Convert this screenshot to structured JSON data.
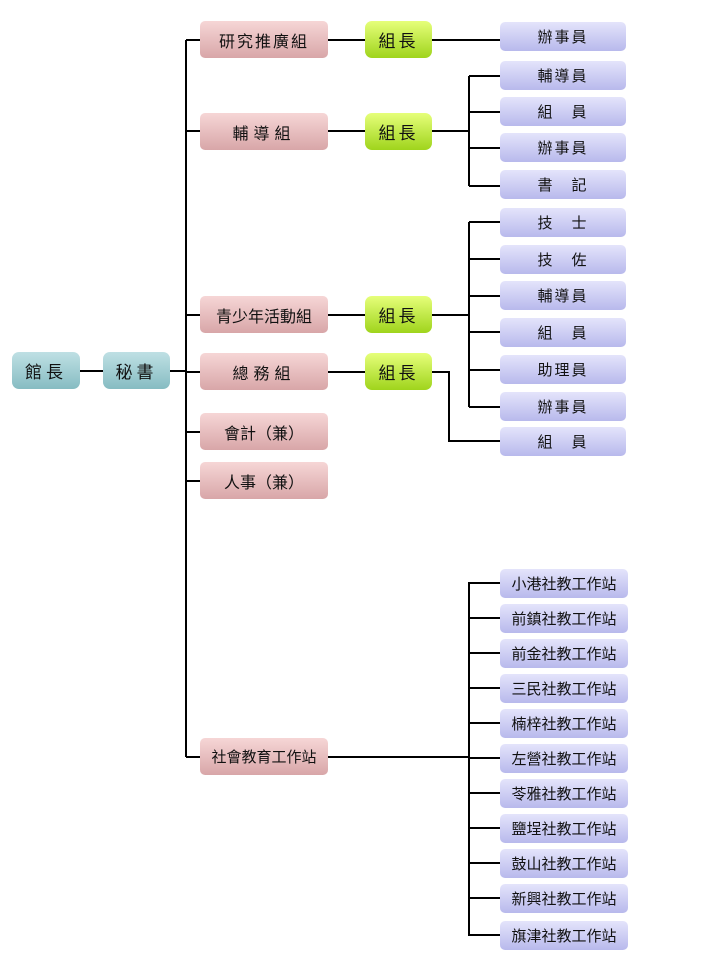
{
  "top": {
    "director": "館長",
    "secretary": "秘書"
  },
  "departments": {
    "research": "研究推廣組",
    "counseling": "輔導組",
    "youth": "青少年活動組",
    "general": "總務組",
    "accounting": "會計（兼）",
    "personnel": "人事（兼）",
    "social_edu": "社會教育工作站"
  },
  "leaders": {
    "research": "組長",
    "counseling": "組長",
    "youth": "組長",
    "general": "組長"
  },
  "staff": {
    "research": [
      "辦事員"
    ],
    "counseling": [
      "輔導員",
      "組　員",
      "辦事員",
      "書　記"
    ],
    "youth": [
      "技　士",
      "技　佐",
      "輔導員",
      "組　員",
      "助理員",
      "辦事員"
    ],
    "general": [
      "組　員"
    ]
  },
  "stations": [
    "小港社教工作站",
    "前鎮社教工作站",
    "前金社教工作站",
    "三民社教工作站",
    "楠梓社教工作站",
    "左營社教工作站",
    "苓雅社教工作站",
    "鹽埕社教工作站",
    "鼓山社教工作站",
    "新興社教工作站",
    "旗津社教工作站"
  ]
}
